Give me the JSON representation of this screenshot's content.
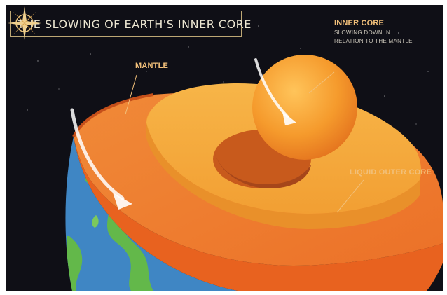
{
  "title": "THE SLOWING OF EARTH'S INNER CORE",
  "labels": {
    "mantle": "MANTLE",
    "inner_core": "INNER CORE",
    "inner_core_sub_line1": "SLOWING DOWN IN",
    "inner_core_sub_line2": "RELATION TO THE MANTLE",
    "liquid_outer_core": "LIQUID OUTER CORE"
  },
  "icons": [
    "rotation-arrow-icon",
    "compass-icon"
  ],
  "colors": {
    "space": "#0f0f16",
    "mantle": "#ee7a2c",
    "outer_core": "#f5a83c",
    "inner_core": "#f29a2e",
    "ocean": "#3f86c4",
    "land": "#63b84a",
    "label": "#f2c07a"
  }
}
